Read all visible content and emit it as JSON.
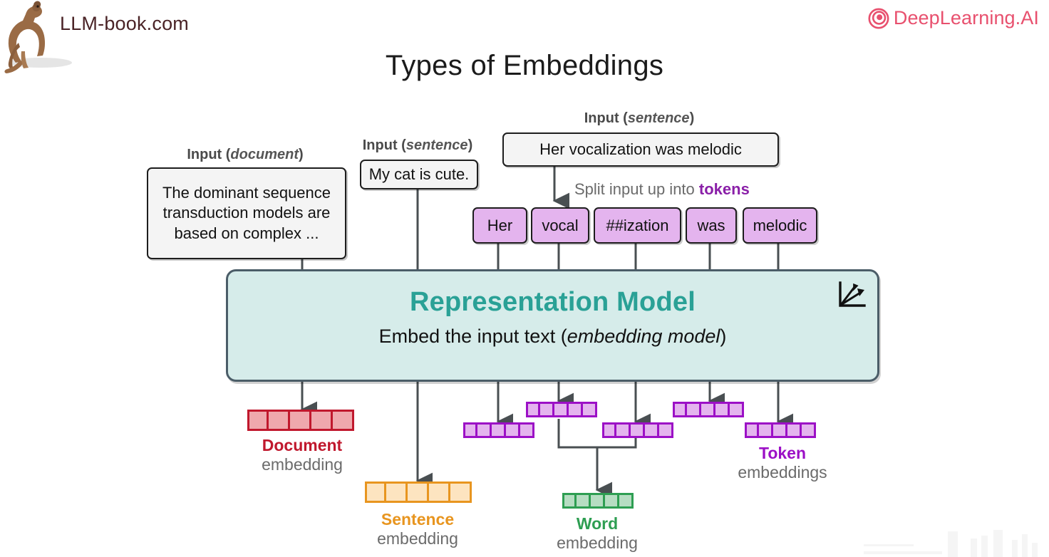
{
  "header": {
    "left_brand": "LLM-book.com",
    "left_logo_icon": "kangaroo-logo",
    "right_brand": "DeepLearning.AI",
    "right_logo_icon": "deeplearning-spiral-icon"
  },
  "title": "Types of Embeddings",
  "inputs": [
    {
      "label_prefix": "Input (",
      "label_kind": "document",
      "label_suffix": ")",
      "text": "The dominant sequence transduction models are based on complex ..."
    },
    {
      "label_prefix": "Input (",
      "label_kind": "sentence",
      "label_suffix": ")",
      "text": "My cat is cute."
    },
    {
      "label_prefix": "Input (",
      "label_kind": "sentence",
      "label_suffix": ")",
      "text": "Her vocalization was melodic"
    }
  ],
  "split_note": {
    "text": "Split input up into ",
    "emphasis": "tokens"
  },
  "tokens": [
    "Her",
    "vocal",
    "##ization",
    "was",
    "melodic"
  ],
  "model": {
    "title": "Representation Model",
    "subtitle_prefix": "Embed the input text (",
    "subtitle_italic": "embedding model",
    "subtitle_suffix": ")",
    "icon": "vector-axes-icon"
  },
  "embeddings": [
    {
      "name": "document",
      "title": "Document",
      "subtitle": "embedding",
      "cells": 5,
      "border": "#c0182d",
      "fill": "#efa8ad",
      "title_color": "#c0182d"
    },
    {
      "name": "sentence",
      "title": "Sentence",
      "subtitle": "embedding",
      "cells": 5,
      "border": "#e8951f",
      "fill": "#fde4c0",
      "title_color": "#e8951f"
    },
    {
      "name": "word",
      "title": "Word",
      "subtitle": "embedding",
      "cells": 5,
      "border": "#2e9e52",
      "fill": "#b6ddc2",
      "title_color": "#2e9e52"
    },
    {
      "name": "token",
      "title": "Token",
      "subtitle": "embeddings",
      "cells": 5,
      "border": "#9c10c6",
      "fill": "#e4b4ee",
      "title_color": "#9c10c6"
    }
  ],
  "colors": {
    "token_fill": "#e4b4ee",
    "token_border": "#9c10c6",
    "model_fill": "#d6ecea",
    "model_border": "#4b5d68",
    "model_title": "#2aa196",
    "brand_pink": "#e8506e",
    "brand_brown": "#4a2326",
    "wire": "#494f52"
  }
}
